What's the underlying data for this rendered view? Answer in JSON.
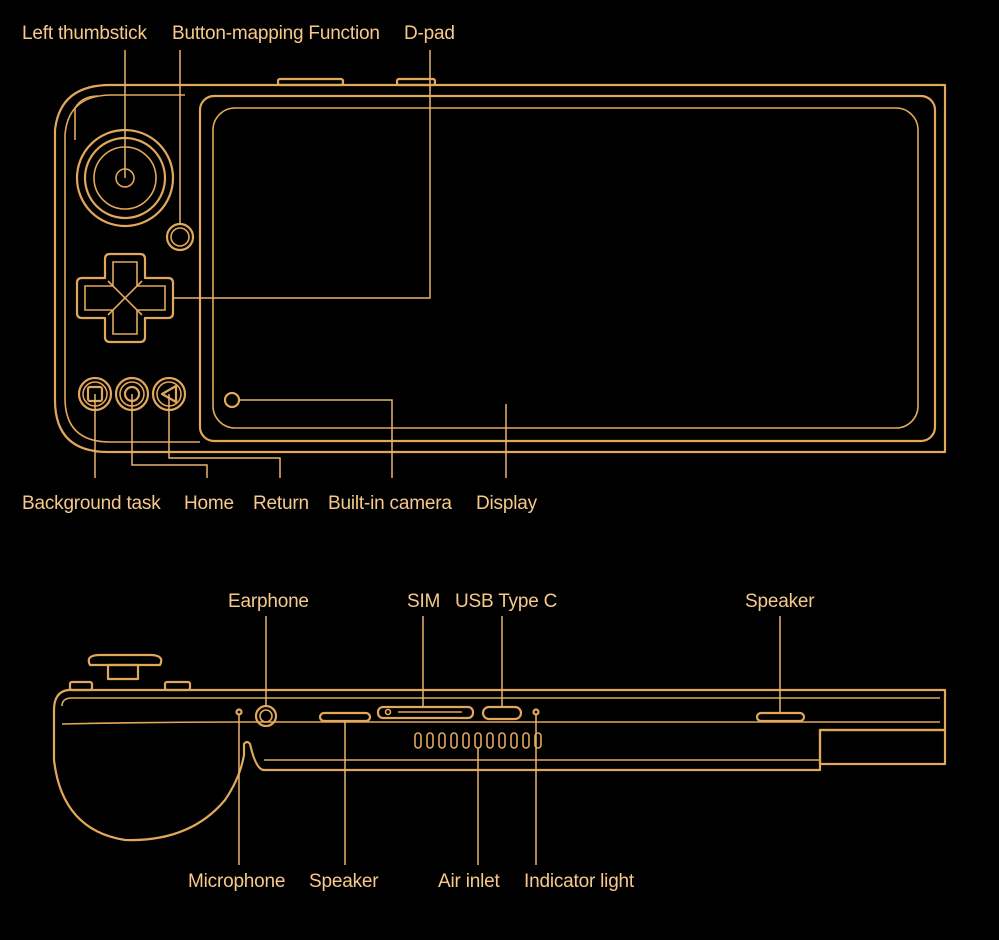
{
  "top_view": {
    "labels": {
      "left_thumbstick": "Left thumbstick",
      "button_mapping": "Button-mapping Function",
      "dpad": "D-pad",
      "background_task": "Background task",
      "home": "Home",
      "return": "Return",
      "camera": "Built-in camera",
      "display": "Display"
    }
  },
  "side_view": {
    "labels": {
      "earphone": "Earphone",
      "sim": "SIM",
      "usb": "USB Type C",
      "speaker_right": "Speaker",
      "microphone": "Microphone",
      "speaker_left": "Speaker",
      "air_inlet": "Air inlet",
      "indicator": "Indicator light"
    }
  },
  "colors": {
    "line": "#e1a85c",
    "text": "#f7c98b",
    "background": "#000000"
  }
}
